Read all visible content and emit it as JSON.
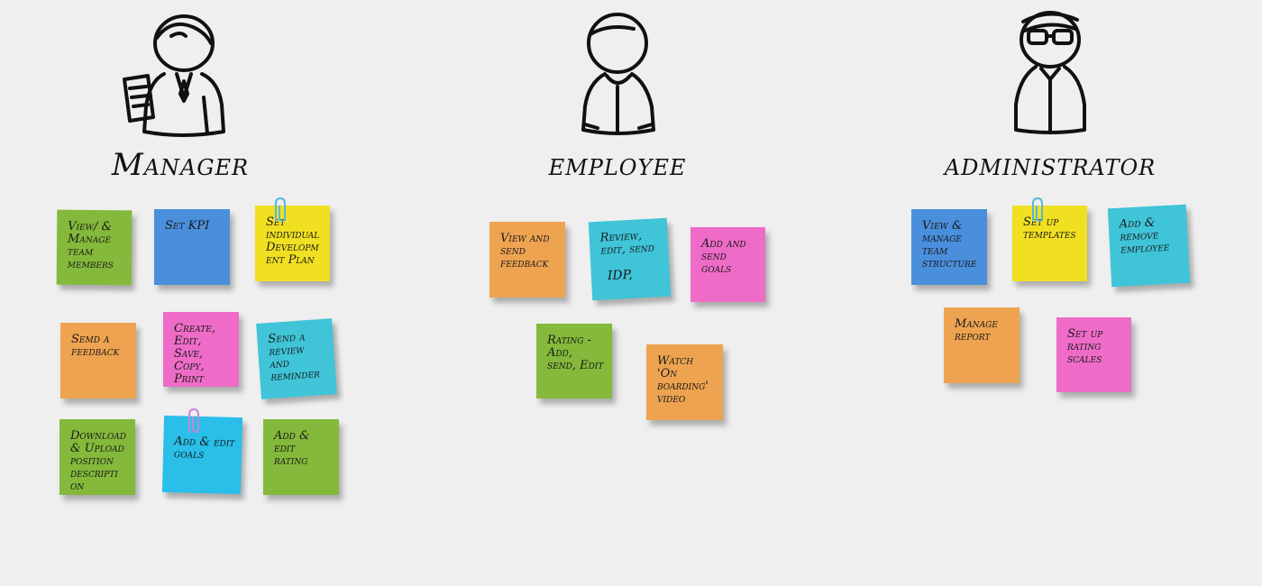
{
  "colors": {
    "green": "#84b93b",
    "blue": "#4a8fdc",
    "yellow": "#f1e021",
    "orange": "#eea351",
    "pink": "#ee6cc7",
    "cyan": "#3fc4d8",
    "sky": "#29bfe8",
    "background": "#efefef"
  },
  "personas": [
    {
      "title": "Manager",
      "icon": "manager-figure-icon",
      "notes": [
        {
          "text": "View/ & Manage team members",
          "color": "green"
        },
        {
          "text": "Set KPI",
          "color": "blue"
        },
        {
          "text": "Set individual Developm ent Plan",
          "color": "yellow",
          "clip": true
        },
        {
          "text": "Semd a feedback",
          "color": "orange"
        },
        {
          "text": "Create, Edit, Save, Copy, Print",
          "color": "pink"
        },
        {
          "text": "Send a review and reminder",
          "color": "cyan"
        },
        {
          "text": "Download & Upload position descripti on",
          "color": "green"
        },
        {
          "text": "Add & edit goals",
          "color": "sky",
          "clip": true
        },
        {
          "text": "Add & edit rating",
          "color": "green"
        }
      ]
    },
    {
      "title": "employee",
      "icon": "employee-figure-icon",
      "notes": [
        {
          "text": "View and send feedback",
          "color": "orange"
        },
        {
          "text": "Review, edit, send",
          "extra": "IDP,",
          "color": "cyan"
        },
        {
          "text": "Add and send goals",
          "color": "pink"
        },
        {
          "text": "Rating - Add, send, Edit",
          "color": "green"
        },
        {
          "text": "Watch 'On boarding' video",
          "color": "orange"
        }
      ]
    },
    {
      "title": "administrator",
      "icon": "administrator-figure-icon",
      "notes": [
        {
          "text": "View & manage team structure",
          "color": "blue"
        },
        {
          "text": "Set up templates",
          "color": "yellow",
          "clip": true
        },
        {
          "text": "Add & remove employee",
          "color": "cyan"
        },
        {
          "text": "Manage report",
          "color": "orange"
        },
        {
          "text": "Set up rating scales",
          "color": "pink"
        }
      ]
    }
  ]
}
